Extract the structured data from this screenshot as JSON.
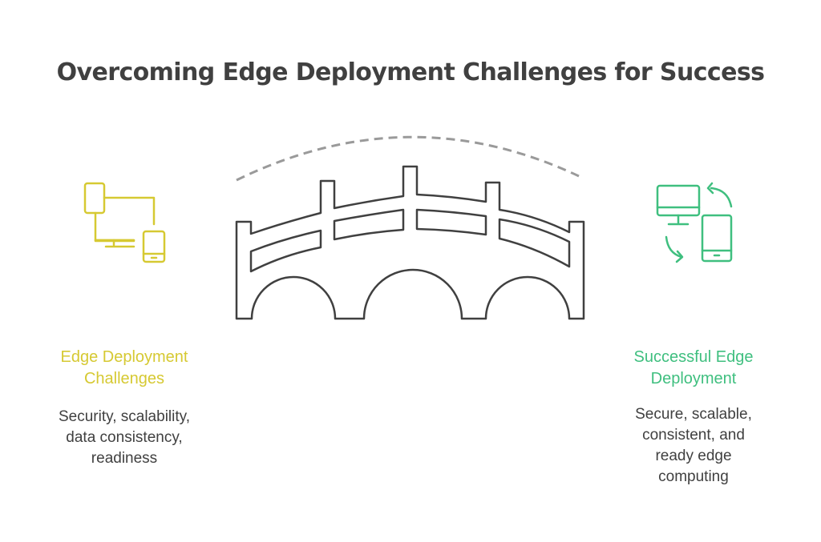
{
  "title": "Overcoming Edge Deployment Challenges for Success",
  "colors": {
    "challenge": "#d6c932",
    "success": "#3fbf7f",
    "bridge": "#404040",
    "arc": "#9a9a9a",
    "text": "#404040"
  },
  "left": {
    "title_lines": [
      "Edge Deployment",
      "Challenges"
    ],
    "desc_lines": [
      "Security, scalability,",
      "data consistency,",
      "readiness"
    ],
    "icon": "devices-connected-icon"
  },
  "right": {
    "title_lines": [
      "Successful Edge",
      "Deployment"
    ],
    "desc_lines": [
      "Secure, scalable,",
      "consistent, and",
      "ready edge",
      "computing"
    ],
    "icon": "devices-sync-icon"
  },
  "center": {
    "icon": "bridge-icon"
  }
}
